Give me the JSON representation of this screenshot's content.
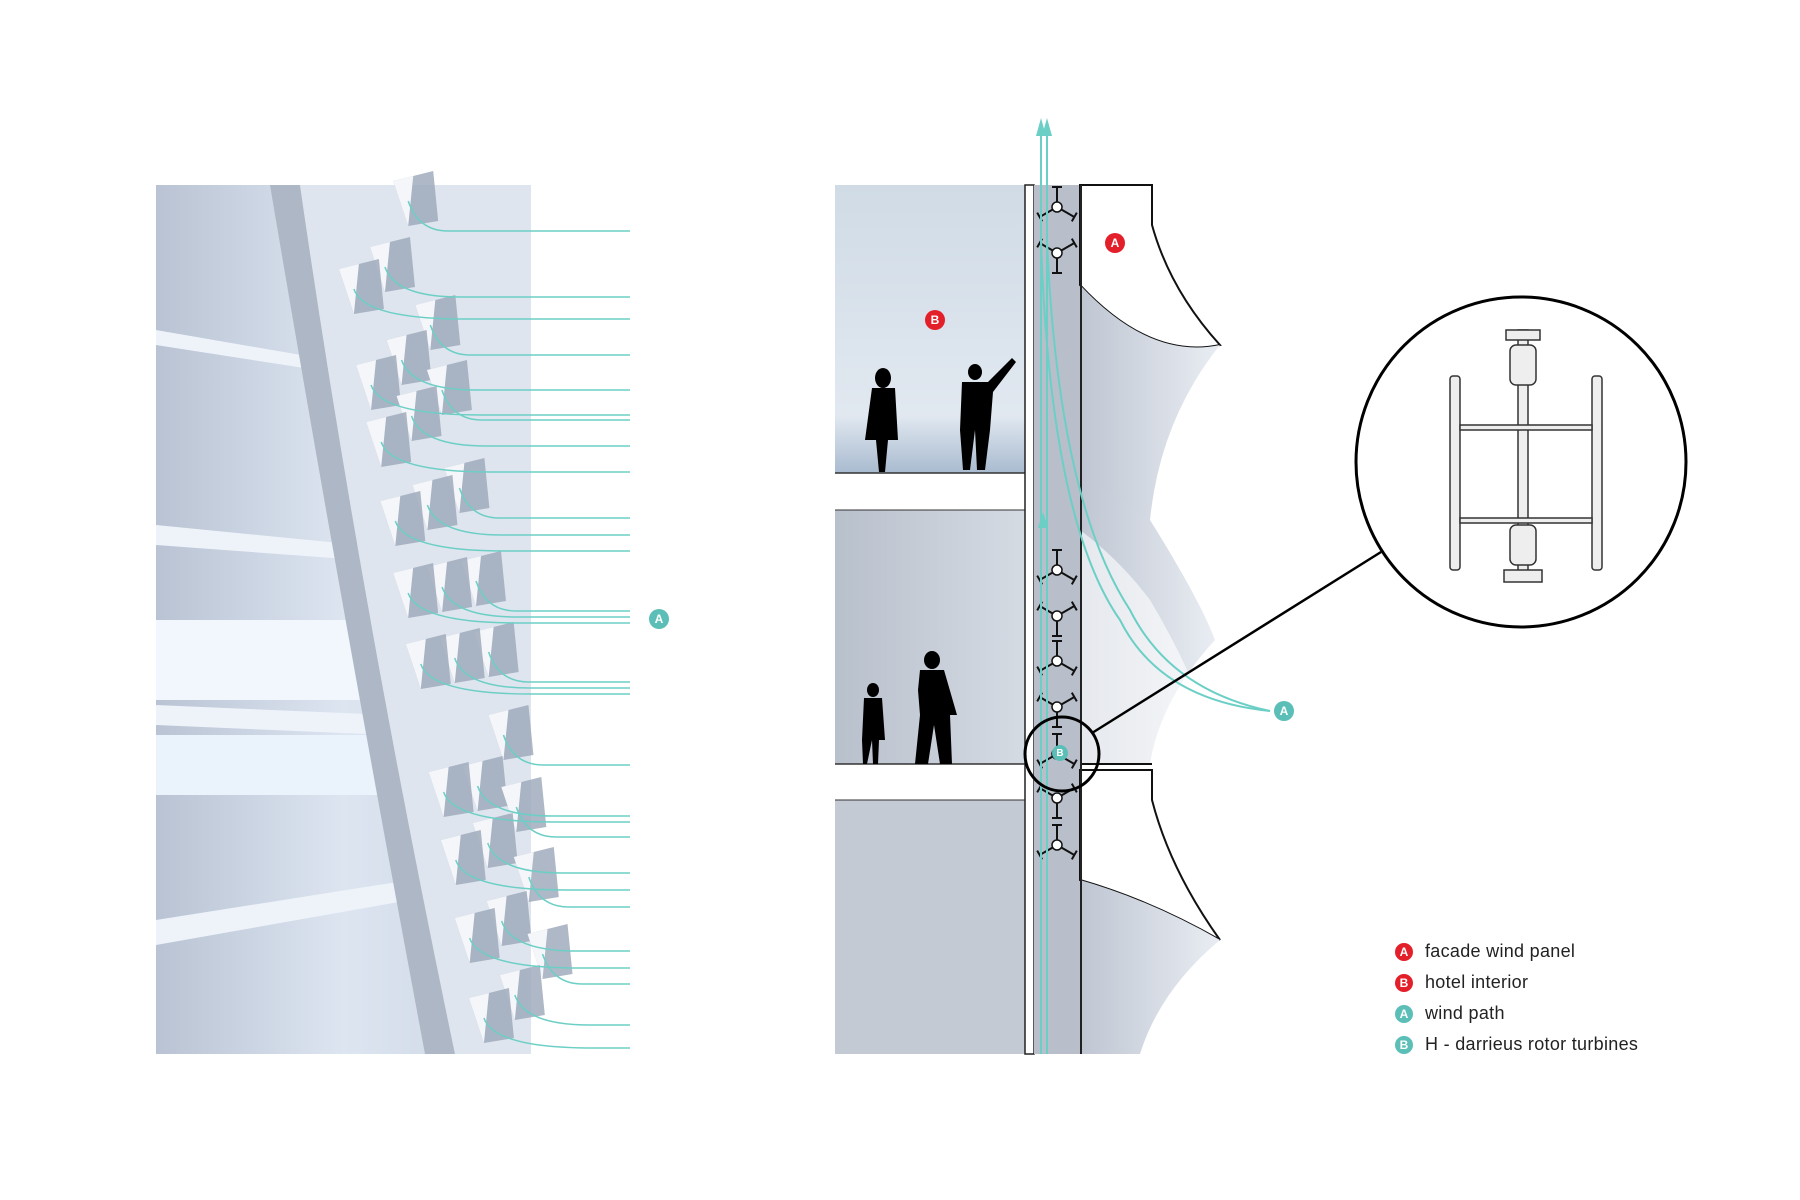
{
  "colors": {
    "red": "#e3202a",
    "teal": "#5bbfb8",
    "wind_line": "#6ccfc6",
    "outline": "#111111"
  },
  "markers": {
    "render_wind": "A",
    "facade_panel": "A",
    "hotel_interior": "B",
    "wind_path": "A",
    "turbine": "B"
  },
  "legend": [
    {
      "letter": "A",
      "color": "red",
      "label": "facade wind panel"
    },
    {
      "letter": "B",
      "color": "red",
      "label": "hotel interior"
    },
    {
      "letter": "A",
      "color": "teal",
      "label": "wind path"
    },
    {
      "letter": "B",
      "color": "teal",
      "label": "H - darrieus rotor turbines"
    }
  ]
}
